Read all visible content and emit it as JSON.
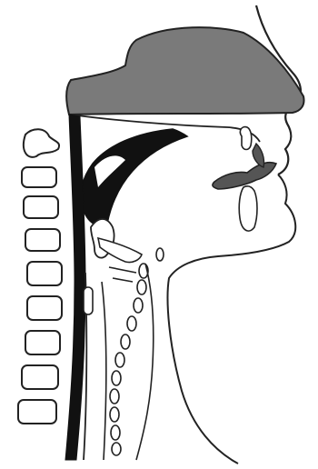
{
  "figure": {
    "kind": "midsagittal-vocal-tract-line-drawing",
    "has_text_labels": false,
    "colors": {
      "background": "#ffffff",
      "outline": "#222222",
      "nasal_cavity_fill": "#7a7a7a",
      "tongue_fill": "#111111",
      "teeth_fill": "#ffffff",
      "lips_fill": "#555555"
    },
    "parts": [
      "nasal-cavity",
      "face-profile",
      "tongue",
      "oral-cavity",
      "teeth",
      "lips",
      "cervical-vertebrae",
      "pharynx",
      "epiglottis",
      "larynx",
      "trachea",
      "esophagus",
      "neck-front"
    ]
  }
}
